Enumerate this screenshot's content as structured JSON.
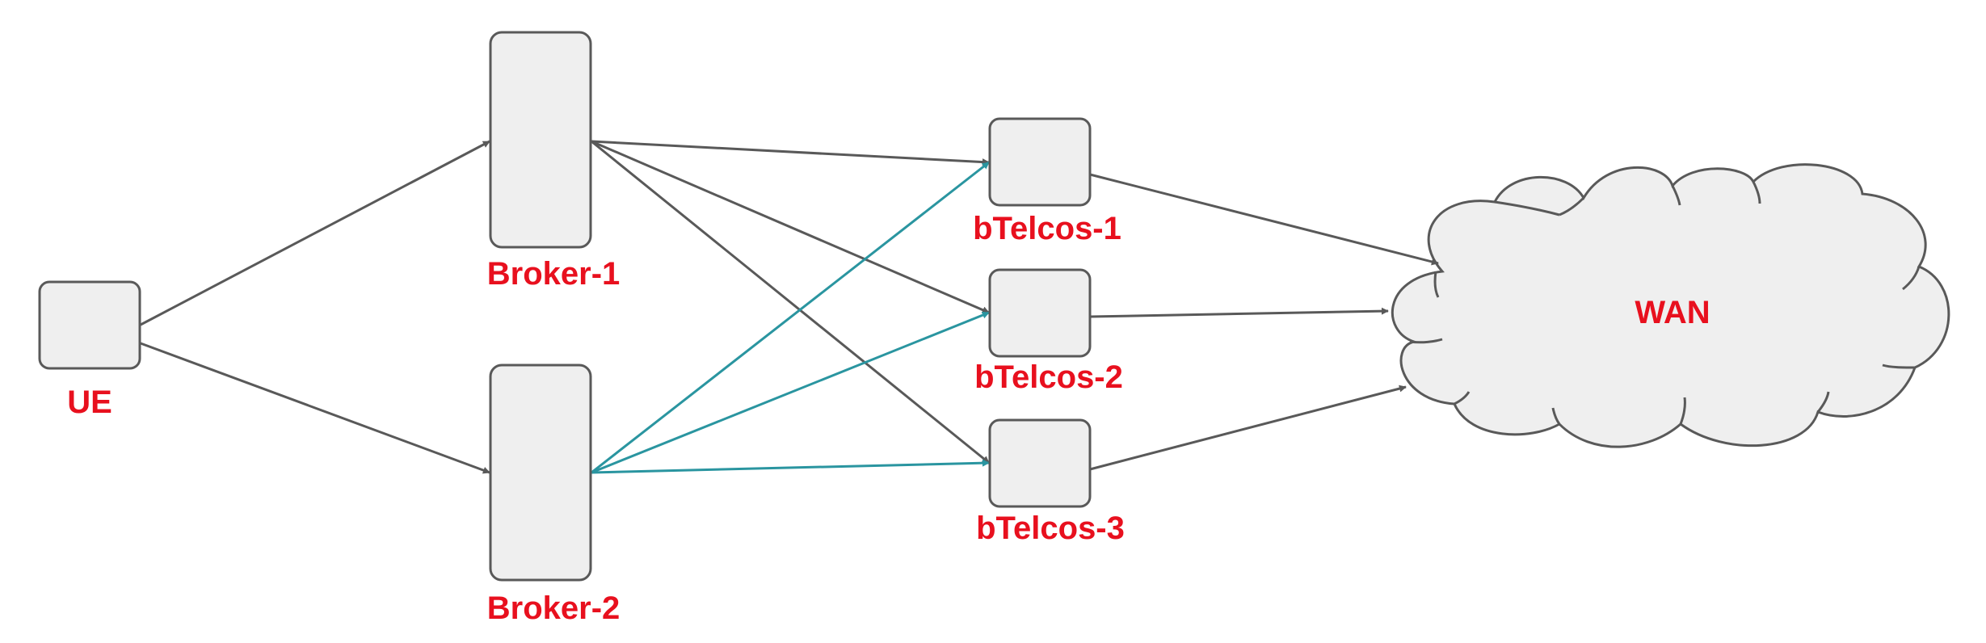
{
  "colors": {
    "label": "#e8101e",
    "node_fill": "#efefef",
    "node_stroke": "#595959",
    "edge_default": "#595959",
    "edge_highlight": "#2a95a0"
  },
  "nodes": {
    "ue": {
      "label": "UE"
    },
    "broker_1": {
      "label": "Broker-1"
    },
    "broker_2": {
      "label": "Broker-2"
    },
    "btelcos_1": {
      "label": "bTelcos-1"
    },
    "btelcos_2": {
      "label": "bTelcos-2"
    },
    "btelcos_3": {
      "label": "bTelcos-3"
    },
    "wan": {
      "label": "WAN",
      "shape": "cloud"
    }
  },
  "edges": [
    {
      "from": "UE",
      "to": "Broker-1",
      "color": "gray"
    },
    {
      "from": "UE",
      "to": "Broker-2",
      "color": "gray"
    },
    {
      "from": "Broker-1",
      "to": "bTelcos-1",
      "color": "gray"
    },
    {
      "from": "Broker-1",
      "to": "bTelcos-2",
      "color": "gray"
    },
    {
      "from": "Broker-1",
      "to": "bTelcos-3",
      "color": "gray"
    },
    {
      "from": "Broker-2",
      "to": "bTelcos-1",
      "color": "teal"
    },
    {
      "from": "Broker-2",
      "to": "bTelcos-2",
      "color": "teal"
    },
    {
      "from": "Broker-2",
      "to": "bTelcos-3",
      "color": "teal"
    },
    {
      "from": "bTelcos-1",
      "to": "WAN",
      "color": "gray"
    },
    {
      "from": "bTelcos-2",
      "to": "WAN",
      "color": "gray"
    },
    {
      "from": "bTelcos-3",
      "to": "WAN",
      "color": "gray"
    }
  ]
}
